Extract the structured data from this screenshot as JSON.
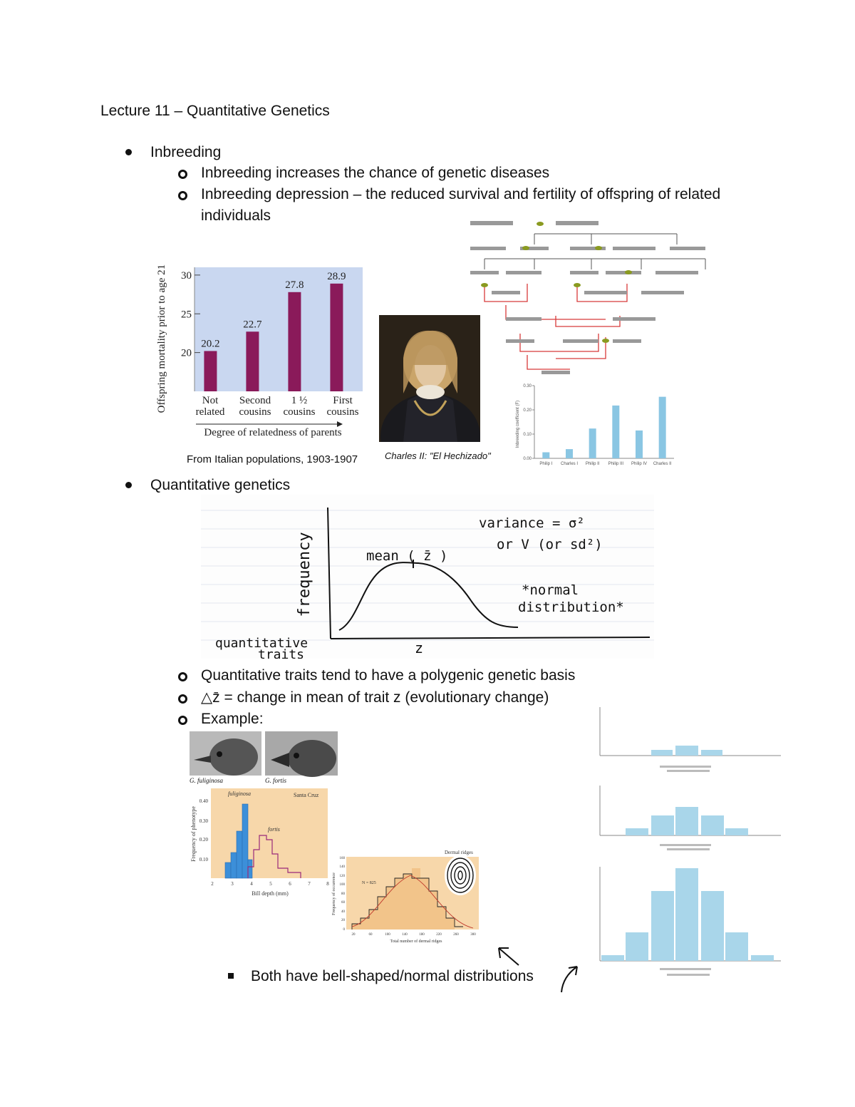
{
  "doc": {
    "title": "Lecture 11 – Quantitative Genetics",
    "bullets": [
      {
        "label": "Inbreeding",
        "subs": [
          "Inbreeding increases the chance of genetic diseases",
          "Inbreeding depression – the reduced survival and fertility of offspring of related",
          "individuals"
        ]
      },
      {
        "label": "Quantitative genetics",
        "subs": [
          "Quantitative traits tend to have a polygenic genetic basis",
          "△z̄ = change in mean of trait z (evolutionary change)",
          "Example:"
        ]
      }
    ],
    "subsub": "Both have bell-shaped/normal distributions"
  },
  "captions": {
    "italian": "From Italian populations, 1903-1907",
    "charles": "Charles II: \"El Hechizado\"",
    "finch_left": "G. fuliginosa",
    "finch_right": "G. fortis"
  },
  "sketch": {
    "ylabel": "frequency",
    "xlabel": "z",
    "mean": "mean ( z̄ )",
    "variance": "variance = σ²",
    "or_v": "or  V   (or sd²)",
    "normal1": "*normal",
    "normal2": "distribution*",
    "quant1": "quantitative",
    "quant2": "traits"
  },
  "finch_hist": {
    "fuliginosa": "fuliginosa",
    "fortis": "fortis",
    "location": "Santa Cruz",
    "xlabel": "Bill depth (mm)",
    "ylabel": "Frequency of phenotype",
    "yticks": [
      "0.40",
      "0.30",
      "0.20",
      "0.10"
    ],
    "xticks": [
      "2",
      "3",
      "4",
      "5",
      "6",
      "7",
      "8"
    ]
  },
  "ridge_hist": {
    "title": "Dermal ridges",
    "n": "N = 825",
    "xlabel": "Total number of dermal ridges",
    "ylabel": "Frequency of occurrence",
    "yticks": [
      "160",
      "140",
      "120",
      "100",
      "80",
      "60",
      "40",
      "20",
      "0"
    ],
    "xticks": [
      "20",
      "60",
      "100",
      "140",
      "180",
      "220",
      "260",
      "300"
    ]
  },
  "chart_data": [
    {
      "type": "bar",
      "categories": [
        "Not related",
        "Second cousins",
        "1 ½ cousins",
        "First cousins"
      ],
      "values": [
        20.2,
        22.7,
        27.8,
        28.9
      ],
      "value_labels": [
        "20.2",
        "22.7",
        "27.8",
        "28.9"
      ],
      "title": "",
      "xlabel": "Degree of relatedness of parents",
      "ylabel": "Offspring mortality prior to age 21 (%)",
      "yticks": [
        "30",
        "25",
        "20"
      ],
      "ylim": [
        15,
        31
      ],
      "grid": false,
      "colors": {
        "bar": "#8a1a5a",
        "background": "#c9d7f0"
      }
    },
    {
      "type": "bar",
      "categories": [
        "Philip I",
        "Charles I",
        "Philip II",
        "Philip III",
        "Philip IV",
        "Charles II"
      ],
      "values": [
        0.025,
        0.038,
        0.123,
        0.218,
        0.115,
        0.254
      ],
      "xlabel": "",
      "ylabel": "Inbreeding coefficient (F)",
      "yticks": [
        "0.30",
        "0.20",
        "0.10",
        "0.00"
      ],
      "ylim": [
        0,
        0.3
      ],
      "colors": {
        "bar": "#8ac6e3"
      }
    }
  ],
  "ui": {
    "colors": {
      "pedigree_red": "#d83a3a",
      "finch_blue": "#3c8fd9",
      "finch_bg": "#f7d7aa",
      "fortis_line": "#9a2a7a",
      "allele_bar": "#a9d6ea"
    }
  }
}
